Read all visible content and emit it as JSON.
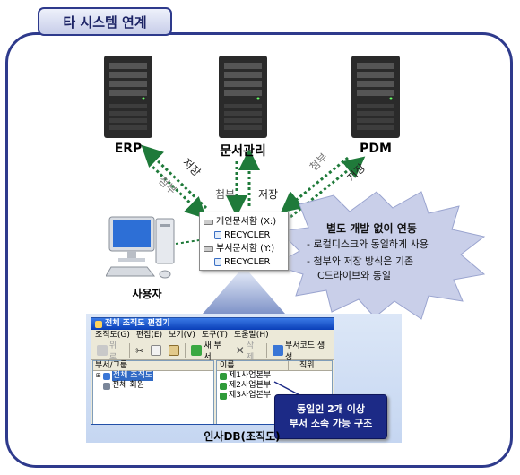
{
  "title": "타 시스템 연계",
  "servers": [
    {
      "label": "ERP"
    },
    {
      "label": "문서관리"
    },
    {
      "label": "PDM"
    }
  ],
  "arrow_labels": {
    "erp_save": "저장",
    "erp_attach": "첨부",
    "doc_attach": "첨부",
    "doc_save": "저장",
    "pdm_attach": "첨부",
    "pdm_save": "저장"
  },
  "folders": {
    "personal": "개인문서함 (X:)",
    "personal_bin": "RECYCLER",
    "dept": "부서문서함 (Y:)",
    "dept_bin": "RECYCLER"
  },
  "user_label": "사용자",
  "burst": {
    "title": "별도 개발 없이 연동",
    "bullets": [
      "로컬디스크와 동일하게 사용",
      "첨부와 저장 방식은 기존",
      "C드라이브와 동일"
    ]
  },
  "window": {
    "title": "전체 조직도 편집기",
    "menu": [
      "조직도(G)",
      "편집(E)",
      "보기(V)",
      "도구(T)",
      "도움말(H)"
    ],
    "toolbar": {
      "up": "위로",
      "new_dept": "새 부서",
      "delete": "삭제",
      "dept_code": "부서코드 생성"
    },
    "left_header": "부서/그룹",
    "tree": [
      "전체 조직도",
      "전체 회원"
    ],
    "right_headers": [
      "이름",
      "직위"
    ],
    "items": [
      "제1사업본부",
      "제2사업본부",
      "제3사업본부"
    ]
  },
  "callout": {
    "line1": "동일인 2개 이상",
    "line2": "부서 소속 가능 구조"
  },
  "db_label": "인사DB(조직도)",
  "colors": {
    "frame": "#2e3a8c",
    "callout": "#1c2a86",
    "arrow": "#1f7a3a",
    "burst": "#c7cdea"
  }
}
